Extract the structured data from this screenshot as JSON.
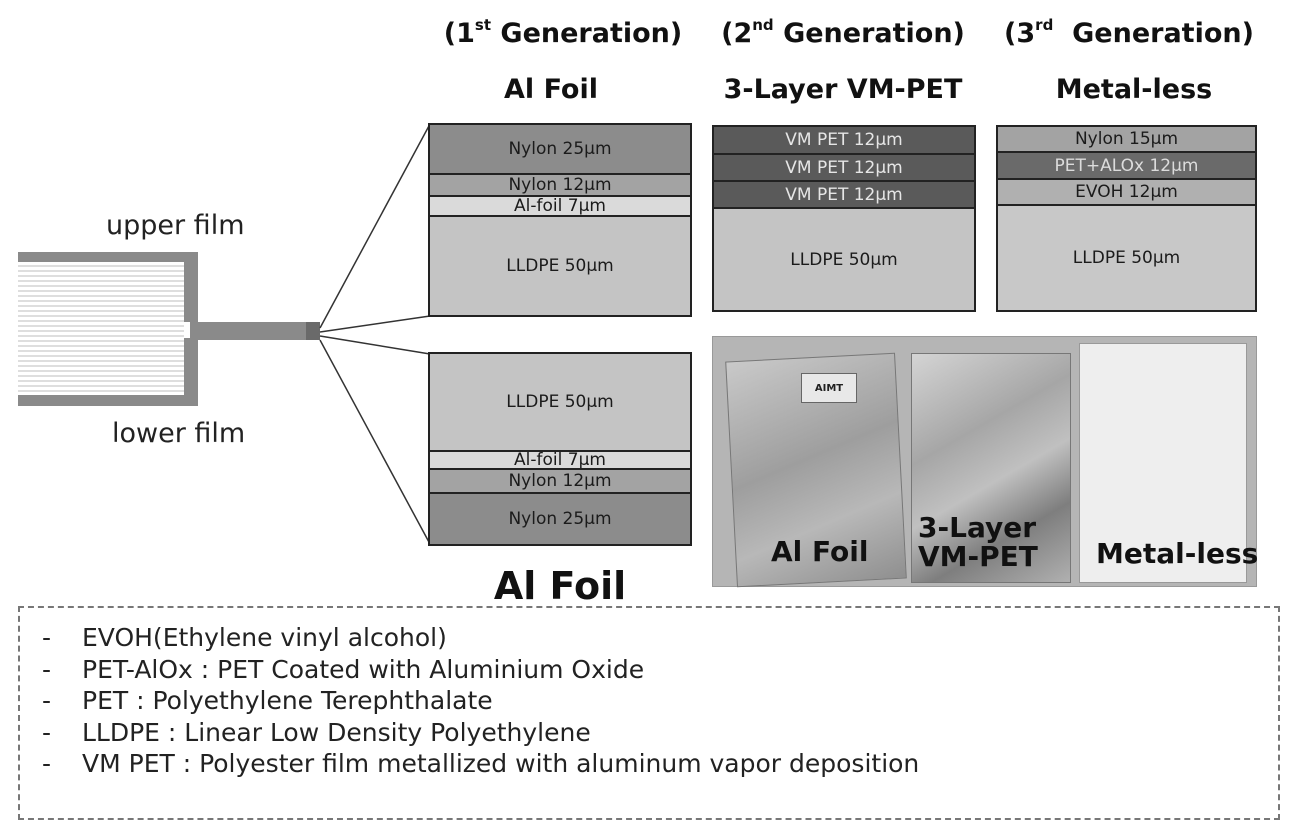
{
  "generations": [
    {
      "ordinal": "1",
      "suffix": "st",
      "word": "Generation",
      "title": "Al Foil"
    },
    {
      "ordinal": "2",
      "suffix": "nd",
      "word": "Generation",
      "title": "3-Layer VM-PET"
    },
    {
      "ordinal": "3",
      "suffix": "rd",
      "word": "Generation",
      "title": "Metal-less"
    }
  ],
  "film_labels": {
    "upper": "upper film",
    "lower": "lower film"
  },
  "stacks": {
    "al_foil_upper": [
      "Nylon  25μm",
      "Nylon  12μm",
      "Al-foil  7μm",
      "LLDPE  50μm"
    ],
    "vm_pet": [
      "VM PET 12μm",
      "VM PET 12μm",
      "VM PET 12μm",
      "LLDPE  50μm"
    ],
    "metal_less": [
      "Nylon 15μm",
      "PET+ALOx 12μm",
      "EVOH 12μm",
      "LLDPE  50μm"
    ],
    "al_foil_lower": [
      "LLDPE  50μm",
      "Al-foil  7μm",
      "Nylon  12μm",
      "Nylon  25μm"
    ]
  },
  "photo": {
    "labels": {
      "al_foil": "Al Foil",
      "vm_pet_line1": "3-Layer",
      "vm_pet_line2": "VM-PET",
      "metal_less": "Metal-less"
    },
    "sticker": "AIMT"
  },
  "bottom_label": "Al Foil",
  "legend": [
    "EVOH(Ethylene vinyl alcohol)",
    "PET-AlOx : PET Coated with Aluminium Oxide",
    "PET : Polyethylene Terephthalate",
    "LLDPE : Linear Low Density Polyethylene",
    "VM PET : Polyester film metallized with aluminum vapor deposition"
  ],
  "legend_bullet": "-"
}
